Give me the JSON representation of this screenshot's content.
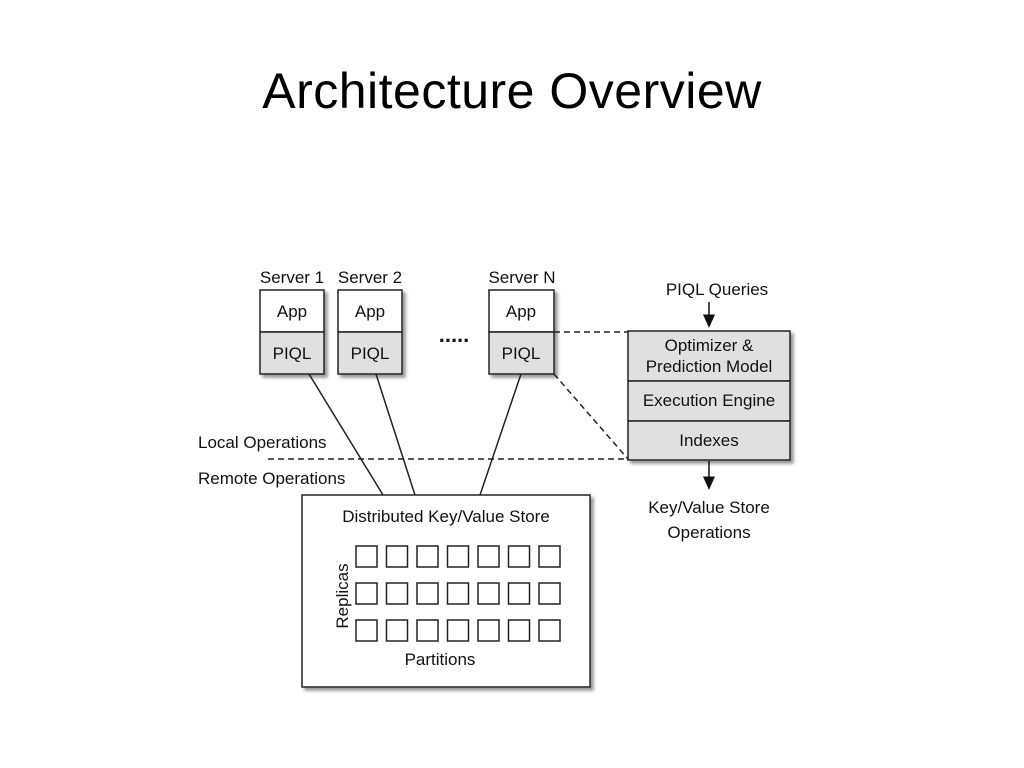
{
  "slide": {
    "title": "Architecture Overview"
  },
  "diagram": {
    "servers": [
      {
        "name": "Server 1",
        "app_label": "App",
        "piql_label": "PIQL"
      },
      {
        "name": "Server 2",
        "app_label": "App",
        "piql_label": "PIQL"
      },
      {
        "name": "Server N",
        "app_label": "App",
        "piql_label": "PIQL"
      }
    ],
    "ellipsis": ".....",
    "piql_queries_label": "PIQL Queries",
    "engine_stack": {
      "optimizer_line1": "Optimizer &",
      "optimizer_line2": "Prediction Model",
      "execution_engine": "Execution Engine",
      "indexes": "Indexes"
    },
    "kv_ops_line1": "Key/Value Store",
    "kv_ops_line2": "Operations",
    "local_operations": "Local Operations",
    "remote_operations": "Remote Operations",
    "kv_store": {
      "title": "Distributed Key/Value Store",
      "replicas_label": "Replicas",
      "partitions_label": "Partitions",
      "grid_rows": 3,
      "grid_cols": 7
    },
    "colors": {
      "box_fill": "#ffffff",
      "shaded_fill": "#e0e0e0",
      "stroke": "#222222",
      "shadow": "#9a9a9a"
    }
  }
}
